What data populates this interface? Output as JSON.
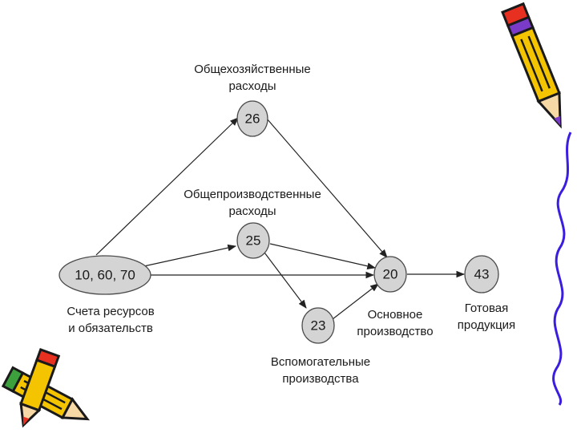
{
  "nodes": {
    "n26": {
      "number": "26",
      "caption": [
        "Общехозяйственные",
        "расходы"
      ]
    },
    "n25": {
      "number": "25",
      "caption": [
        "Общепроизводственные",
        "расходы"
      ]
    },
    "n_src": {
      "number": "10, 60, 70",
      "caption": [
        "Счета ресурсов",
        "и обязательств"
      ]
    },
    "n20": {
      "number": "20",
      "caption": [
        "Основное",
        "производство"
      ]
    },
    "n23": {
      "number": "23",
      "caption": [
        "Вспомогательные",
        "производства"
      ]
    },
    "n43": {
      "number": "43",
      "caption": [
        "Готовая",
        "продукция"
      ]
    }
  },
  "decorations": {
    "pencil_top_right": "pencil-icon",
    "pencil_bottom_left": "pencil-icon",
    "squiggle_right": "squiggle-line",
    "colors": {
      "pencil_body": "#f5c400",
      "pencil_outline": "#1a1a1a",
      "pencil_eraser": "#e83020",
      "pencil_band": "#7a3cc8",
      "squiggle": "#3a1ee0"
    }
  }
}
